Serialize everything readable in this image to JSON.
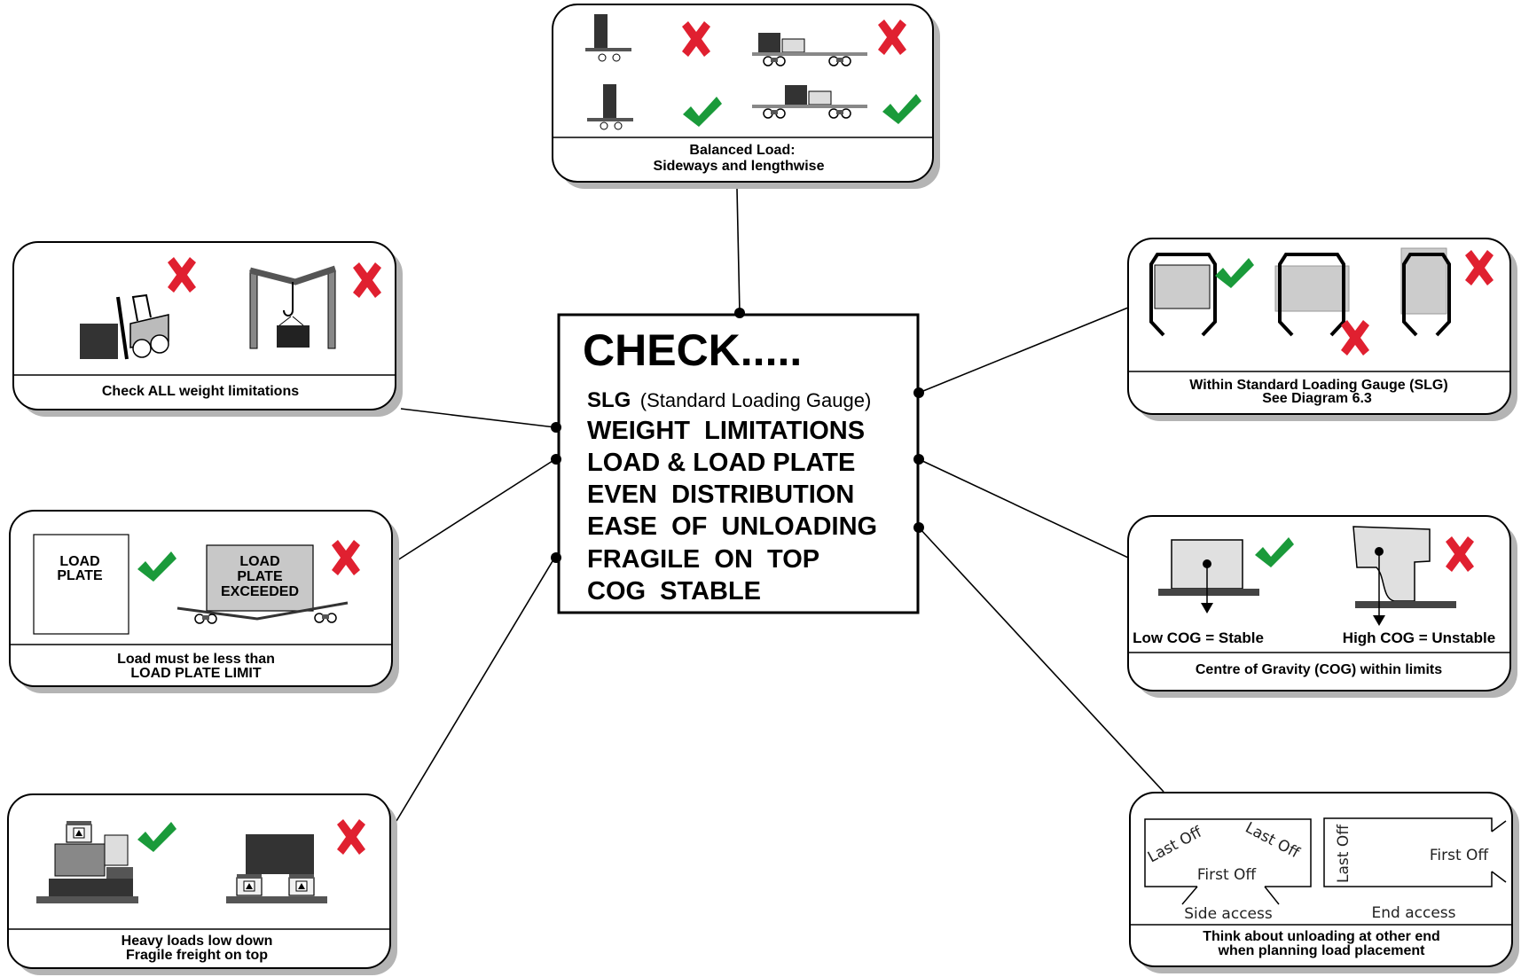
{
  "center": {
    "title": "CHECK.....",
    "slg_abbr": "SLG",
    "slg_desc": "(Standard Loading Gauge)",
    "items": [
      "WEIGHT  LIMITATIONS",
      "LOAD & LOAD PLATE",
      "EVEN  DISTRIBUTION",
      "EASE  OF  UNLOADING",
      "FRAGILE  ON  TOP",
      "COG  STABLE"
    ]
  },
  "balanced": {
    "caption_line1": "Balanced Load:",
    "caption_line2": "Sideways and lengthwise"
  },
  "weight": {
    "caption": "Check ALL weight limitations"
  },
  "plate": {
    "left_box_line1": "LOAD",
    "left_box_line2": "PLATE",
    "right_box_line1": "LOAD",
    "right_box_line2": "PLATE",
    "right_box_line3": "EXCEEDED",
    "caption_line1": "Load must be less than",
    "caption_line2": "LOAD PLATE LIMIT"
  },
  "fragile": {
    "caption_line1": "Heavy loads low down",
    "caption_line2": "Fragile freight on top"
  },
  "slg": {
    "caption_line1": "Within Standard Loading Gauge (SLG)",
    "caption_line2": "See Diagram 6.3"
  },
  "cog": {
    "low_label": "Low COG = Stable",
    "high_label": "High COG = Unstable",
    "caption": "Centre of Gravity (COG) within limits"
  },
  "unload": {
    "last_off": "Last Off",
    "first_off": "First Off",
    "side_access": "Side access",
    "end_access": "End access",
    "caption_line1": "Think about unloading at other end",
    "caption_line2": "when planning load placement"
  },
  "colors": {
    "check_green": "#1a9a3a",
    "cross_red": "#e02030",
    "panel_shadow": "#b4b4b4",
    "dark_load": "#333333",
    "light_load": "#c8c8c8"
  },
  "icons": [
    "check-icon",
    "cross-icon",
    "forklift-icon",
    "crane-icon",
    "wagon-icon",
    "fragile-box-icon"
  ]
}
